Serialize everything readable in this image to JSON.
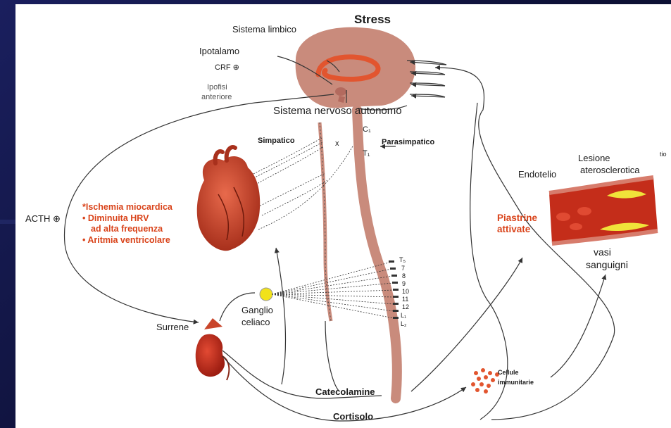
{
  "labels": {
    "stress": "Stress",
    "sistema_limbico": "Sistema limbico",
    "ipotalamo": "Ipotalamo",
    "crf": "CRF ⊕",
    "ipofisi": "Ipofisi",
    "anteriore": "anteriore",
    "sistema_nervoso": "Sistema nervoso autonomo",
    "simpatico": "Simpatico",
    "parasimpatico": "Parasimpatico",
    "c1": "C₁",
    "t1": "T₁",
    "acth": "ACTH ⊕",
    "surrene": "Surrene",
    "ganglio": "Ganglio",
    "celiaco": "celiaco",
    "catecolamine": "Catecolamine",
    "cortisolo": "Cortisolo",
    "cellule": "Cellule",
    "immunitarie": "immunitarie",
    "piastrine": "Piastrine",
    "attivate": "attivate",
    "endotelio": "Endotelio",
    "lesione": "Lesione",
    "aterosclerotica": "aterosclerotica",
    "vasi": "vasi",
    "sanguigni": "sanguigni",
    "cut_text": "tio",
    "x_mark": "x"
  },
  "effects": [
    "*Ischemia miocardica",
    "• Diminuita HRV",
    "  ad alta frequenza",
    "• Aritmia ventricolare"
  ],
  "spinal_levels": [
    "T₅",
    "7",
    "8",
    "9",
    "10",
    "11",
    "12",
    "L₁",
    "L₂"
  ],
  "colors": {
    "brain": "#c98b7c",
    "limbic": "#e2552f",
    "heart": "#c9452a",
    "kidney": "#c42d1a",
    "ganglion": "#f1e21a",
    "effect_text": "#d9431a",
    "background": "#12153f"
  }
}
